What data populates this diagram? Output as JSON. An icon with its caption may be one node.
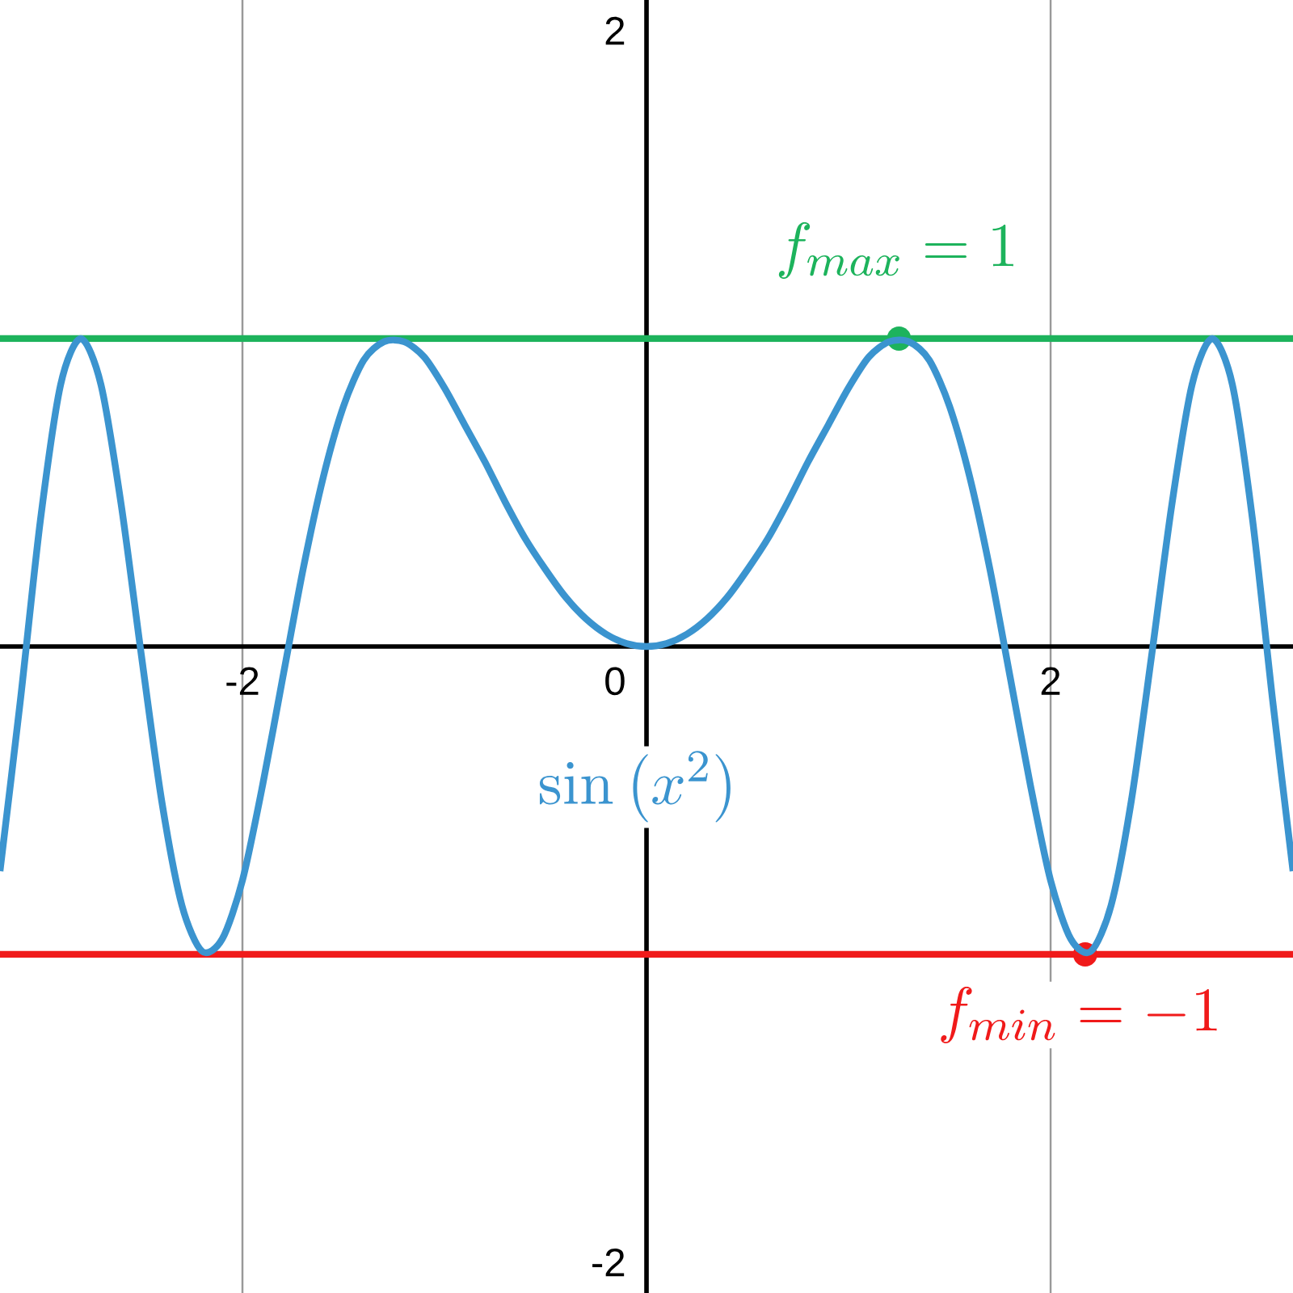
{
  "diagram": {
    "chart_data": {
      "type": "line",
      "x": [
        -3.2,
        -3.1,
        -3.0,
        -2.9,
        -2.8,
        -2.7,
        -2.6,
        -2.5,
        -2.4,
        -2.3,
        -2.2,
        -2.1,
        -2.0,
        -1.9,
        -1.8,
        -1.7,
        -1.6,
        -1.5,
        -1.4,
        -1.3,
        -1.2,
        -1.1,
        -1.0,
        -0.9,
        -0.8,
        -0.7,
        -0.6,
        -0.5,
        -0.4,
        -0.3,
        -0.2,
        -0.1,
        0.0,
        0.1,
        0.2,
        0.3,
        0.4,
        0.5,
        0.6,
        0.7,
        0.8,
        0.9,
        1.0,
        1.1,
        1.2,
        1.3,
        1.4,
        1.5,
        1.6,
        1.7,
        1.8,
        1.9,
        2.0,
        2.1,
        2.2,
        2.3,
        2.4,
        2.5,
        2.6,
        2.7,
        2.8,
        2.9,
        3.0,
        3.1,
        3.2
      ],
      "series": [
        {
          "name": "\\sin\\left(x^{2}\\right)",
          "color": "#3b94cf",
          "values": [
            -0.73,
            -0.18,
            0.41,
            0.85,
            1.0,
            0.85,
            0.46,
            -0.03,
            -0.5,
            -0.84,
            -0.99,
            -0.95,
            -0.76,
            -0.45,
            -0.1,
            0.25,
            0.55,
            0.78,
            0.93,
            0.99,
            0.99,
            0.94,
            0.84,
            0.72,
            0.6,
            0.47,
            0.35,
            0.25,
            0.16,
            0.09,
            0.04,
            0.01,
            0,
            0.01,
            0.04,
            0.09,
            0.16,
            0.25,
            0.35,
            0.47,
            0.6,
            0.72,
            0.84,
            0.94,
            0.99,
            0.99,
            0.93,
            0.78,
            0.55,
            0.25,
            -0.1,
            -0.45,
            -0.76,
            -0.95,
            -0.99,
            -0.84,
            -0.5,
            -0.03,
            0.46,
            0.85,
            1.0,
            0.85,
            0.41,
            -0.18,
            -0.73
          ]
        },
        {
          "name": "f_{max}=1",
          "color": "#1db35c",
          "values": [
            1,
            1,
            1,
            1,
            1,
            1,
            1,
            1,
            1,
            1,
            1,
            1,
            1,
            1,
            1,
            1,
            1,
            1,
            1,
            1,
            1,
            1,
            1,
            1,
            1,
            1,
            1,
            1,
            1,
            1,
            1,
            1,
            1,
            1,
            1,
            1,
            1,
            1,
            1,
            1,
            1,
            1,
            1,
            1,
            1,
            1,
            1,
            1,
            1,
            1,
            1,
            1,
            1,
            1,
            1,
            1,
            1,
            1,
            1,
            1,
            1,
            1,
            1,
            1,
            1
          ]
        },
        {
          "name": "f_{min}=-1",
          "color": "#f01a1a",
          "values": [
            -1,
            -1,
            -1,
            -1,
            -1,
            -1,
            -1,
            -1,
            -1,
            -1,
            -1,
            -1,
            -1,
            -1,
            -1,
            -1,
            -1,
            -1,
            -1,
            -1,
            -1,
            -1,
            -1,
            -1,
            -1,
            -1,
            -1,
            -1,
            -1,
            -1,
            -1,
            -1,
            -1,
            -1,
            -1,
            -1,
            -1,
            -1,
            -1,
            -1,
            -1,
            -1,
            -1,
            -1,
            -1,
            -1,
            -1,
            -1,
            -1,
            -1,
            -1,
            -1,
            -1,
            -1,
            -1,
            -1,
            -1,
            -1,
            -1,
            -1,
            -1,
            -1,
            -1,
            -1,
            -1
          ]
        }
      ],
      "xlim": [
        -3.2,
        3.2
      ],
      "ylim": [
        -2.1,
        2.1
      ],
      "xticks": [
        {
          "value": -2,
          "label": "-2"
        },
        {
          "value": 2,
          "label": "2"
        }
      ],
      "yticks": [
        {
          "value": -2,
          "label": "-2"
        },
        {
          "value": 2,
          "label": "2"
        }
      ]
    },
    "labels": [
      "0"
    ]
  }
}
